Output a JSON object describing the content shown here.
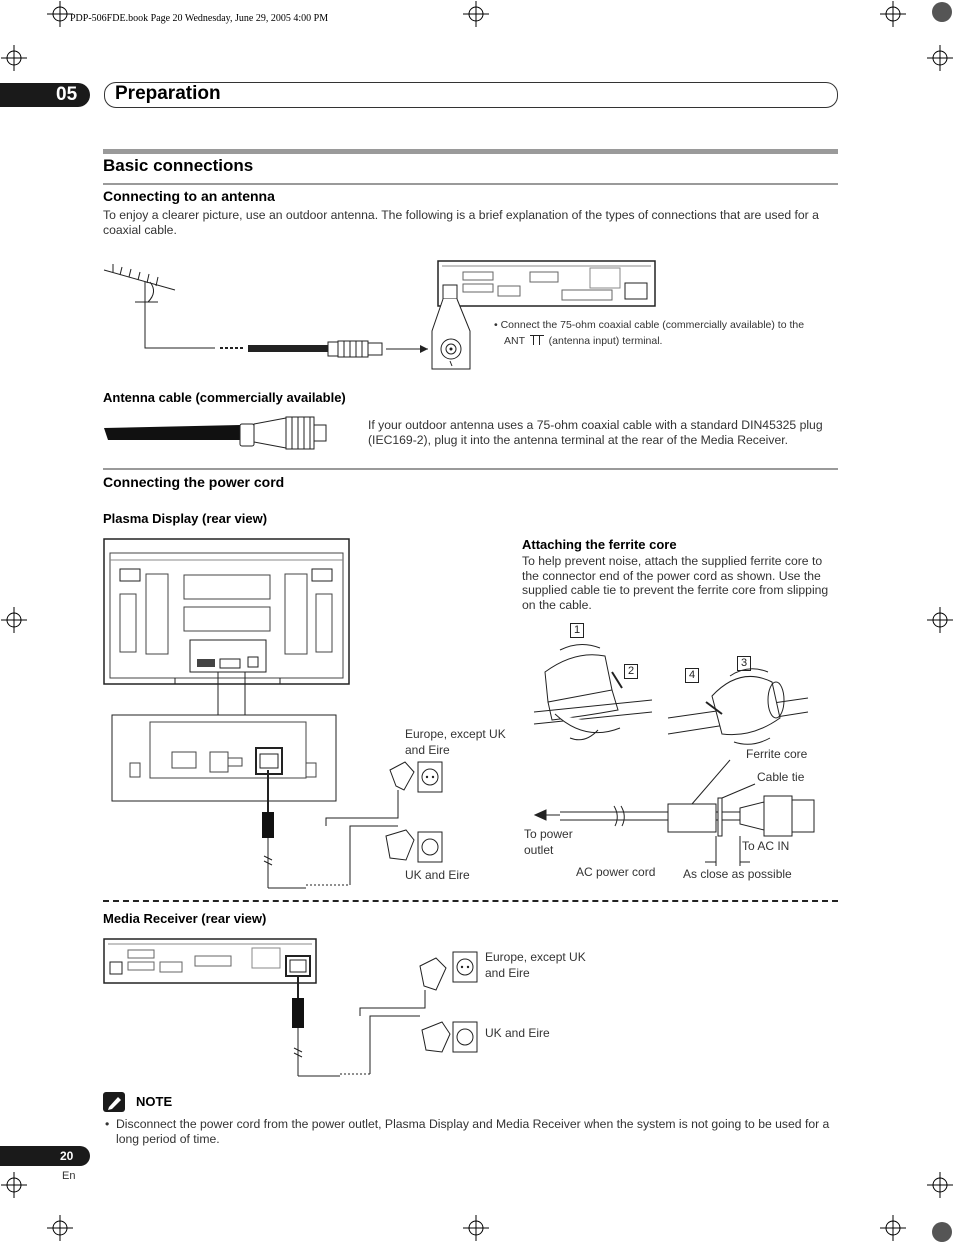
{
  "header": {
    "file_info": "PDP-506FDE.book  Page 20  Wednesday, June 29, 2005  4:00 PM",
    "chapter_number": "05",
    "chapter_title": "Preparation"
  },
  "section": {
    "title": "Basic connections"
  },
  "antenna": {
    "heading": "Connecting to an antenna",
    "intro": "To enjoy a clearer picture, use an outdoor antenna. The following is a brief explanation of the types of connections that are used for a coaxial cable.",
    "bullet_line1": "Connect the 75-ohm coaxial cable (commercially available) to the",
    "bullet_ant": "ANT",
    "bullet_line2": "(antenna input) terminal.",
    "cable_heading": "Antenna cable (commercially available)",
    "cable_text": "If your outdoor antenna uses a 75-ohm coaxial cable with a standard DIN45325 plug (IEC169-2), plug it into the antenna terminal at the rear of the Media Receiver."
  },
  "power": {
    "heading": "Connecting the power cord",
    "plasma_heading": "Plasma Display (rear view)",
    "ferrite_heading": "Attaching the ferrite core",
    "ferrite_text": "To help prevent noise, attach the supplied ferrite core to the connector end of the power cord as shown. Use the supplied cable tie to prevent the ferrite core from slipping on the cable.",
    "steps": [
      "1",
      "2",
      "3",
      "4"
    ],
    "europe_label_1": "Europe, except UK",
    "europe_label_2": "and Eire",
    "uk_label": "UK and Eire",
    "ferrite_core_label": "Ferrite core",
    "cable_tie_label": "Cable tie",
    "to_power_1": "To power",
    "to_power_2": "outlet",
    "to_ac_in": "To AC IN",
    "ac_power_cord": "AC power cord",
    "as_close": "As close as possible",
    "receiver_heading": "Media Receiver (rear view)"
  },
  "note": {
    "label": "NOTE",
    "text": "Disconnect the power cord from the power outlet, Plasma Display and Media Receiver when the system is not going to be used for a long period of time."
  },
  "footer": {
    "page_number": "20",
    "language": "En"
  },
  "colors": {
    "rule_grey": "#9a9a9a",
    "tab_black": "#1a1a1a"
  }
}
